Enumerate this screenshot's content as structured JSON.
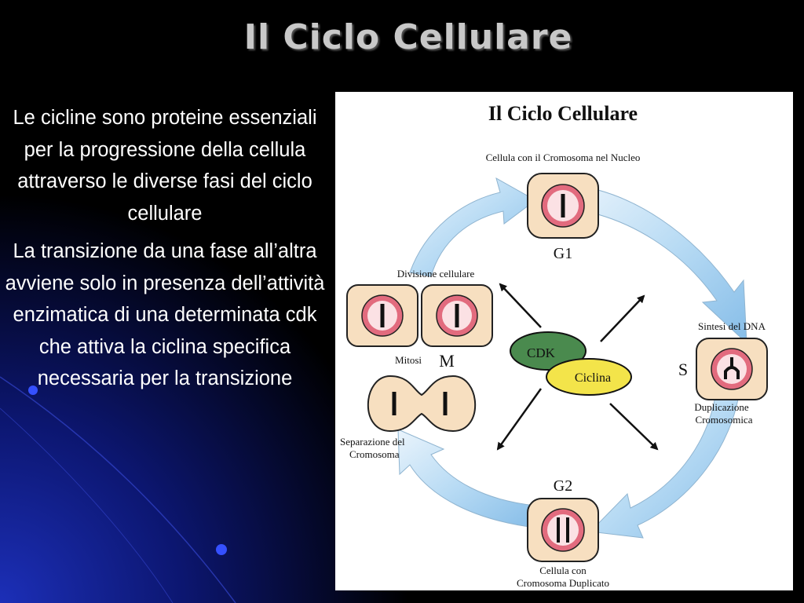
{
  "slide": {
    "title": "Il Ciclo Cellulare",
    "paragraphs": [
      "Le cicline sono proteine essenziali per la progressione della cellula attraverso le diverse fasi del ciclo cellulare",
      "La transizione da una fase all’altra avviene solo in presenza dell’attività enzimatica di una determinata cdk che attiva la ciclina specifica necessaria per la transizione"
    ]
  },
  "figure": {
    "title": "Il Ciclo Cellulare",
    "labels": {
      "g1_caption": "Cellula con il Cromosoma nel Nucleo",
      "g1": "G1",
      "division": "Divisione cellulare",
      "mitosis": "Mitosi",
      "m": "M",
      "separation_line1": "Separazione del",
      "separation_line2": "Cromosoma",
      "dna_synthesis": "Sintesi del DNA",
      "s": "S",
      "duplication_line1": "Duplicazione",
      "duplication_line2": "Cromosomica",
      "g2": "G2",
      "g2_caption_line1": "Cellula con",
      "g2_caption_line2": "Cromosoma Duplicato",
      "cdk": "CDK",
      "ciclina": "Ciclina"
    },
    "colors": {
      "cell_fill": "#f7dfc0",
      "nucleus": "#e26b7e",
      "cdk": "#4a8a4e",
      "ciclina": "#f3e44a",
      "arrow": "#a9d2f1"
    }
  }
}
